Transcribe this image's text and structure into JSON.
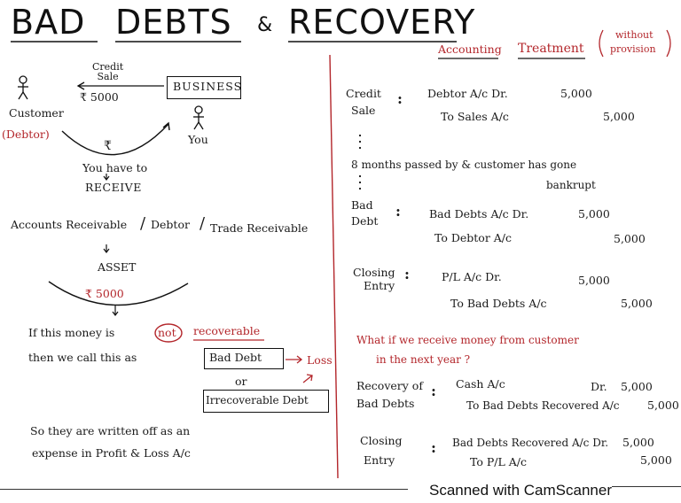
{
  "title": {
    "part1": "BAD",
    "part2": "DEBTS",
    "amp": "&",
    "part3": "RECOVERY"
  },
  "left": {
    "credit_sale": "Credit\nSale",
    "credit_amount": "₹ 5000",
    "business": "BUSINESS",
    "customer": "Customer",
    "debtor": "(Debtor)",
    "you": "You",
    "rupee": "₹",
    "you_have_to": "You have to",
    "receive": "RECEIVE",
    "ar1": "Accounts Receivable",
    "ar2": "Debtor",
    "ar3": "Trade Receivable",
    "asset": "ASSET",
    "asset_amount": "₹ 5000",
    "if_line": "If this  money  is",
    "not": "not",
    "recoverable": "recoverable",
    "then_line": "then  we  call   this  as",
    "bad_debt": "Bad Debt",
    "loss": "Loss",
    "or": "or",
    "irrecoverable": "Irrecoverable Debt",
    "written_off_1": "So they are written off as an",
    "written_off_2": "expense   in   Profit & Loss A/c"
  },
  "right": {
    "accounting": "Accounting",
    "treatment": "Treatment",
    "without": "without",
    "provision": "provision",
    "entries": [
      {
        "label1": "Credit",
        "label2": "Sale",
        "dr_acct": "Debtor A/c  Dr.",
        "dr_amt": "5,000",
        "cr_acct": "To  Sales  A/c",
        "cr_amt": "5,000"
      },
      {
        "label1": "Bad",
        "label2": "Debt",
        "dr_acct": "Bad Debts  A/c  Dr.",
        "dr_amt": "5,000",
        "cr_acct": "To  Debtor A/c",
        "cr_amt": "5,000"
      },
      {
        "label1": "Closing",
        "label2": "Entry",
        "dr_acct": "P/L    A/c       Dr.",
        "dr_amt": "5,000",
        "cr_acct": "To  Bad Debts A/c",
        "cr_amt": "5,000"
      }
    ],
    "months_1": "8 months passed by & customer has gone",
    "months_2": "bankrupt",
    "question_1": "What if we receive money from customer",
    "question_2": "in  the  next  year ?",
    "recovery": {
      "label1": "Recovery of",
      "label2": "Bad Debts",
      "dr_acct": "Cash  A/c",
      "dr": "Dr.",
      "dr_amt": "5,000",
      "cr_acct": "To  Bad Debts Recovered A/c",
      "cr_amt": "5,000"
    },
    "closing2": {
      "label1": "Closing",
      "label2": "Entry",
      "dr_acct": "Bad Debts Recovered A/c  Dr.",
      "dr_amt": "5,000",
      "cr_acct": "To   P/L  A/c",
      "cr_amt": "5,000"
    }
  },
  "footer": "Scanned with CamScanner"
}
